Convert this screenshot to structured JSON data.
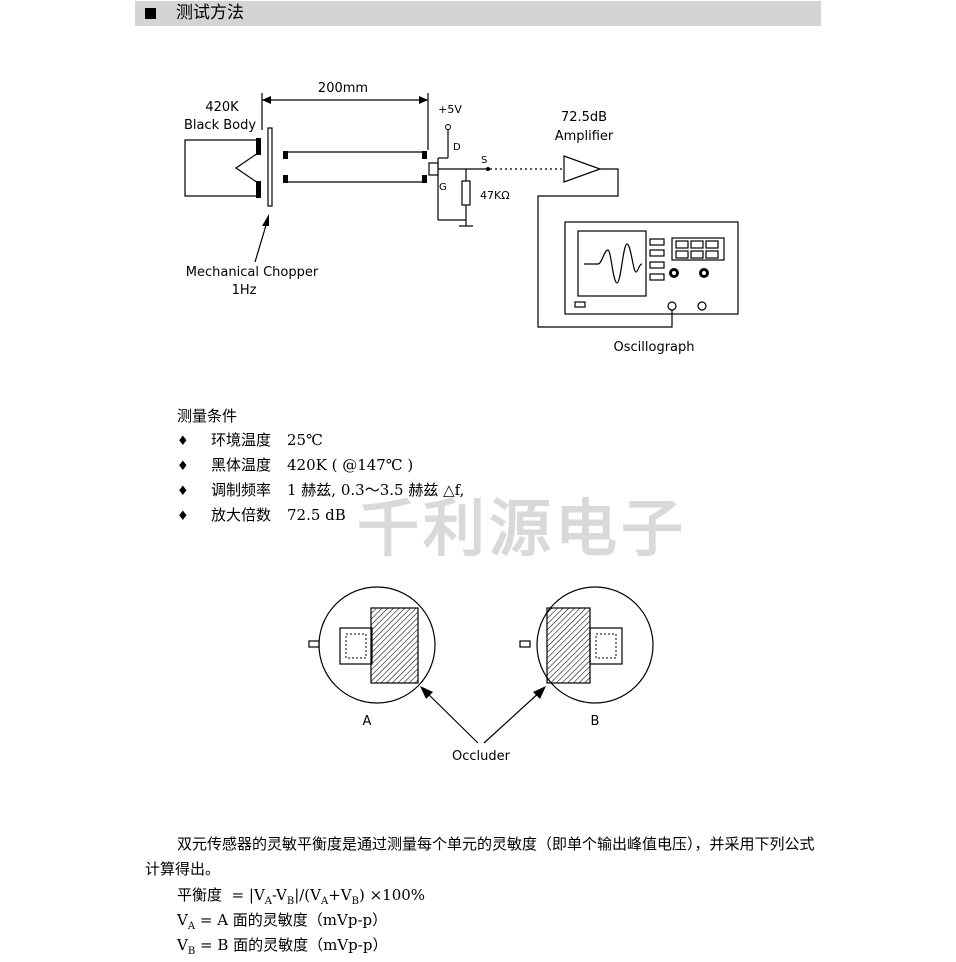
{
  "section": {
    "title": "测试方法"
  },
  "diagram1": {
    "distance": "200mm",
    "bb_temp": "420K",
    "bb_name": "Black Body",
    "supply": "+5V",
    "pin_d": "D",
    "pin_g": "G",
    "pin_s": "S",
    "resistor": "47KΩ",
    "amp_gain": "72.5dB",
    "amp_name": "Amplifier",
    "chopper_name": "Mechanical Chopper",
    "chopper_freq": "1Hz",
    "scope_name": "Oscillograph"
  },
  "conditions": {
    "heading": "测量条件",
    "items": [
      {
        "label": "环境温度",
        "value": "25℃"
      },
      {
        "label": "黑体温度",
        "value": "420K ( @147℃ )"
      },
      {
        "label": "调制频率",
        "value": "1 赫兹, 0.3～3.5 赫兹  △f,"
      },
      {
        "label": "放大倍数",
        "value": "72.5 dB"
      }
    ]
  },
  "watermark": "千利源电子",
  "diagram2": {
    "label_a": "A",
    "label_b": "B",
    "occluder": "Occluder"
  },
  "paragraph": "双元传感器的灵敏平衡度是通过测量每个单元的灵敏度（即单个输出峰值电压），并采用下列公式计算得出。",
  "formulas": {
    "balance_label": "平衡度",
    "va_text": "= A 面的灵敏度（mVp-p）",
    "vb_text": "= B 面的灵敏度（mVp-p）"
  }
}
